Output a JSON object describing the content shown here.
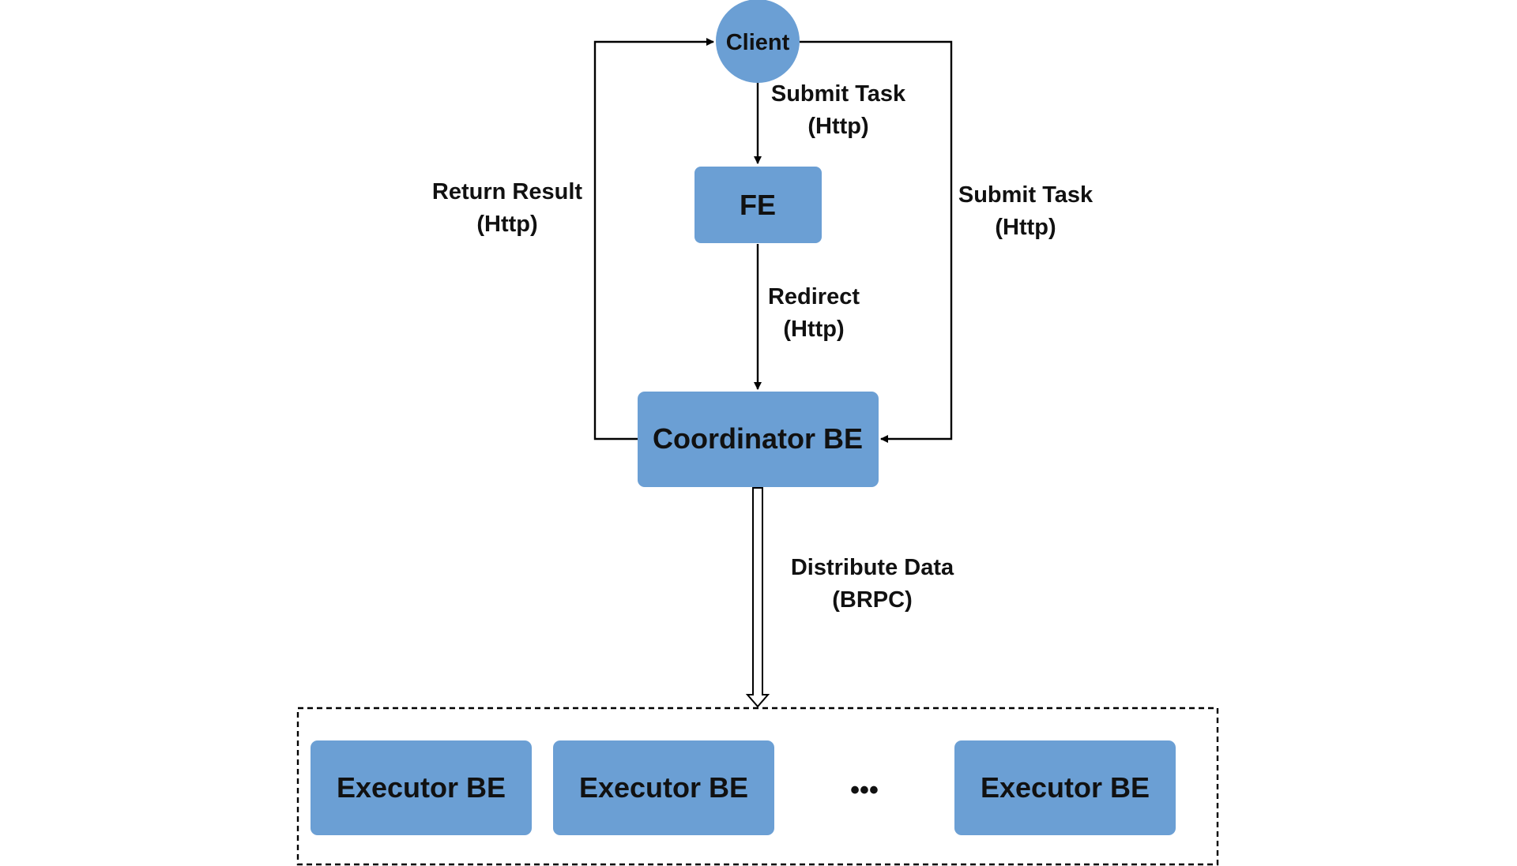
{
  "colors": {
    "node_fill": "#6b9fd4",
    "line": "#000000",
    "text": "#111111"
  },
  "nodes": {
    "client": "Client",
    "fe": "FE",
    "coordinator": "Coordinator BE",
    "executor_1": "Executor BE",
    "executor_2": "Executor BE",
    "ellipsis": "•••",
    "executor_3": "Executor BE"
  },
  "edges": {
    "client_to_fe": {
      "line1": "Submit Task",
      "line2": "(Http)"
    },
    "fe_to_coordinator": {
      "line1": "Redirect",
      "line2": "(Http)"
    },
    "client_to_coordinator": {
      "line1": "Submit Task",
      "line2": "(Http)"
    },
    "coordinator_to_client": {
      "line1": "Return Result",
      "line2": "(Http)"
    },
    "coordinator_to_executors": {
      "line1": "Distribute Data",
      "line2": "(BRPC)"
    }
  }
}
